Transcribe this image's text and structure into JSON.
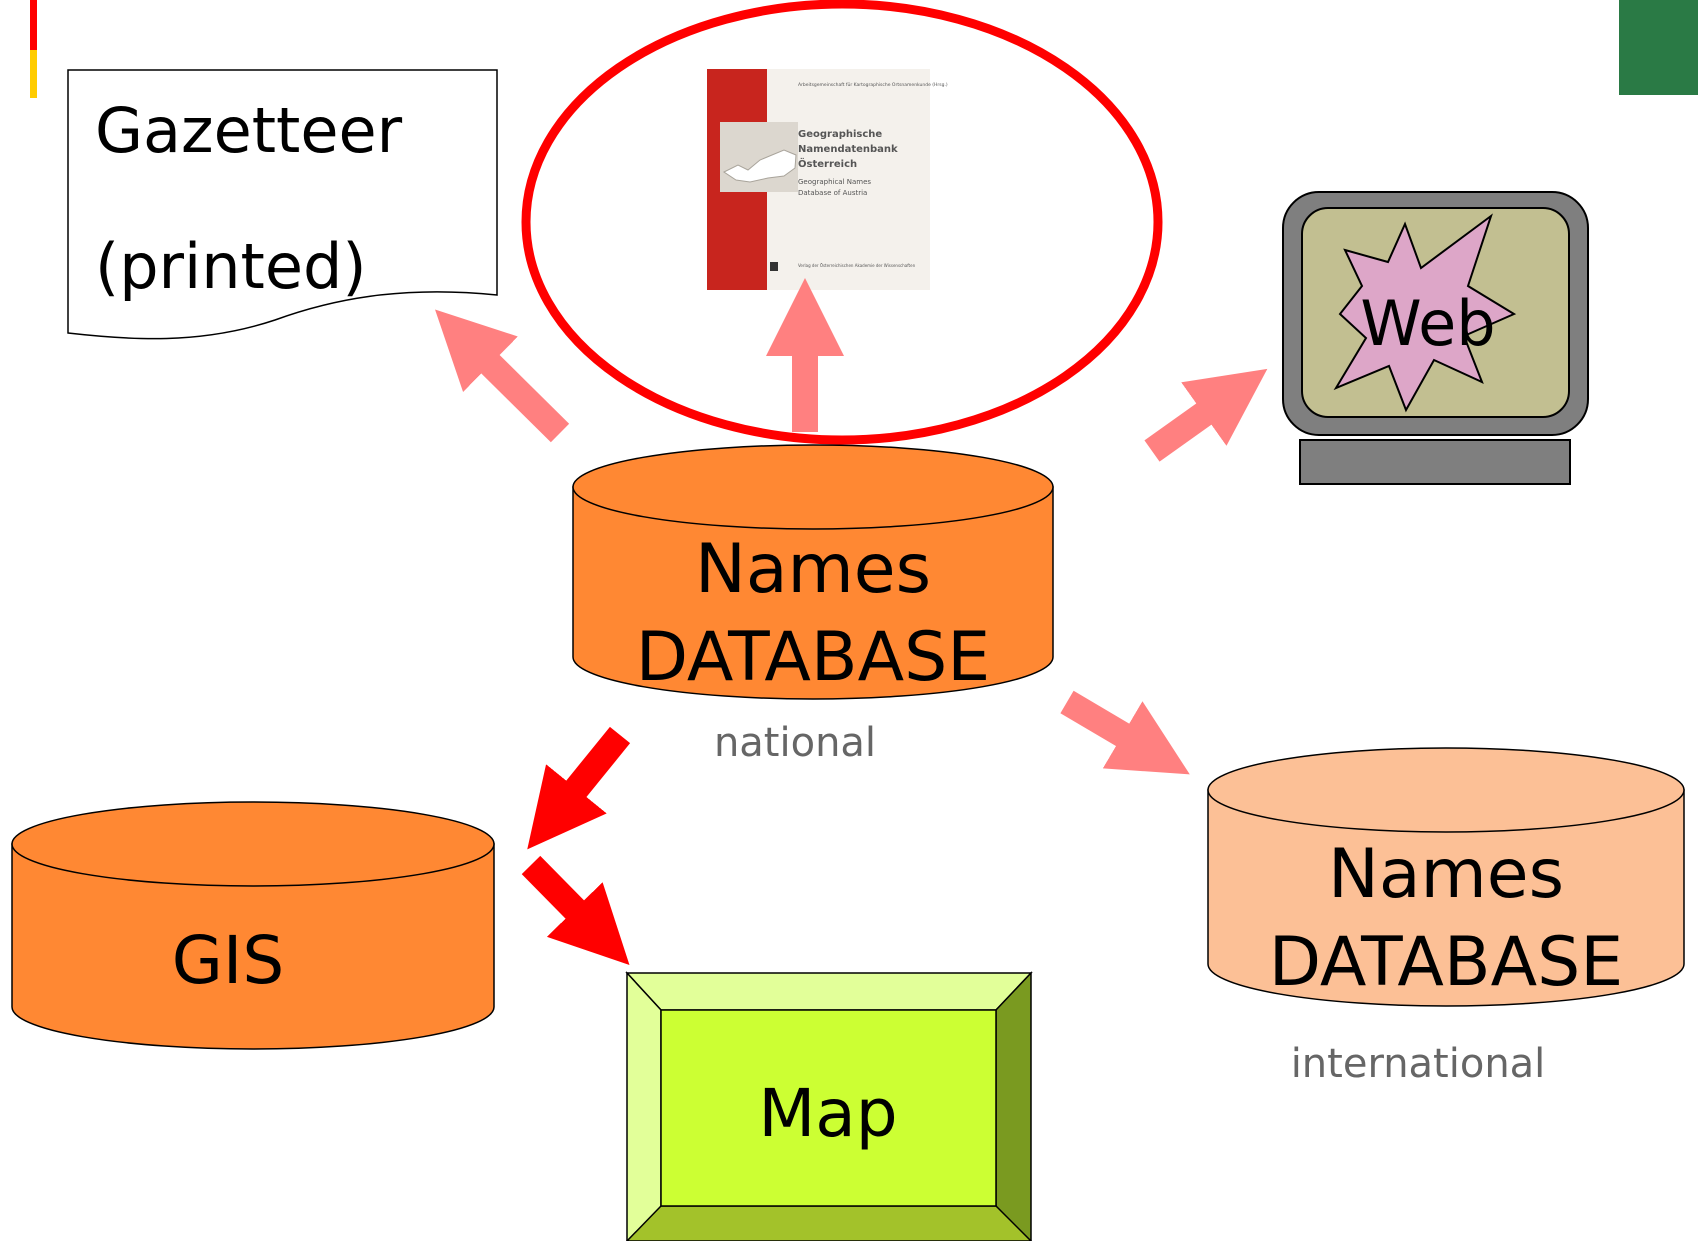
{
  "colors": {
    "accent_red": "#ff0000",
    "accent_yellow": "#ffcc00",
    "corner_green": "#2a7a45",
    "arrow_pink": "#ff8080",
    "arrow_red": "#ff0000",
    "db_national": "#ff8833",
    "db_international": "#fcc096",
    "map_green": "#ccff33",
    "monitor_screen": "#c2bf91",
    "burst": "#dda6c8",
    "monitor_frame": "#7f7f7f"
  },
  "gazetteer": {
    "line1": "Gazetteer",
    "line2": "(printed)"
  },
  "book": {
    "header": "Arbeitsgemeinschaft für Kartographische Ortsnamenkunde (Hrsg.)",
    "title1": "Geographische",
    "title2": "Namendatenbank",
    "title3": "Österreich",
    "subtitle1": "Geographical Names",
    "subtitle2": "Database of Austria",
    "footer": "Verlag der Österreichischen Akademie der Wissenschaften"
  },
  "web": {
    "label": "Web"
  },
  "national_db": {
    "line1": "Names",
    "line2": "DATABASE",
    "caption": "national"
  },
  "international_db": {
    "line1": "Names",
    "line2": "DATABASE",
    "caption": "international"
  },
  "gis": {
    "label": "GIS"
  },
  "map": {
    "label": "Map"
  }
}
